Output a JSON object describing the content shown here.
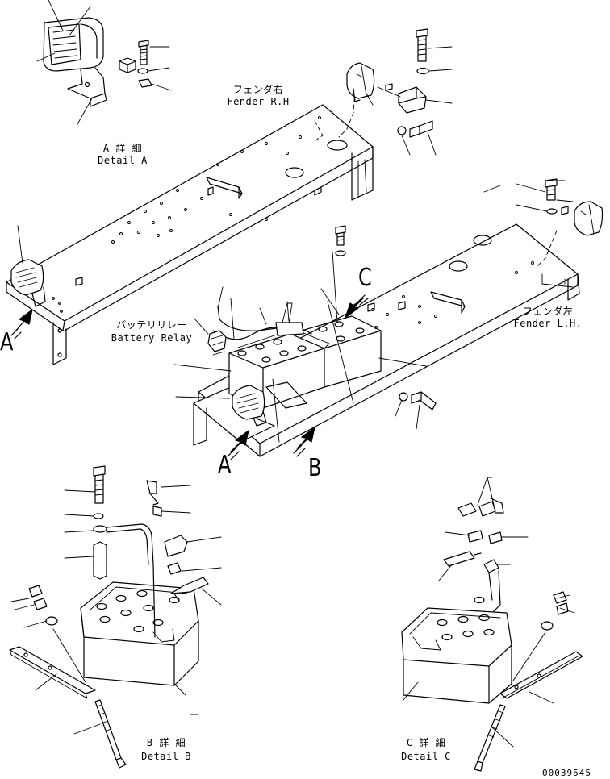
{
  "labels": {
    "detail_a_jp": "A 詳 細",
    "detail_a_en": "Detail A",
    "fender_rh_jp": "フェンダ右",
    "fender_rh_en": "Fender R.H",
    "fender_lh_jp": "フェンダ左",
    "fender_lh_en": "Fender L.H.",
    "battery_relay_jp": "バッテリリレー",
    "battery_relay_en": "Battery Relay",
    "detail_b_jp": "B 詳 細",
    "detail_b_en": "Detail B",
    "detail_c_jp": "C 詳 細",
    "detail_c_en": "Detail C",
    "drawing_number": "00039545"
  },
  "view_letters": {
    "a_left": "A",
    "a_bottom": "A",
    "b_bottom": "B",
    "c_top": "C"
  }
}
